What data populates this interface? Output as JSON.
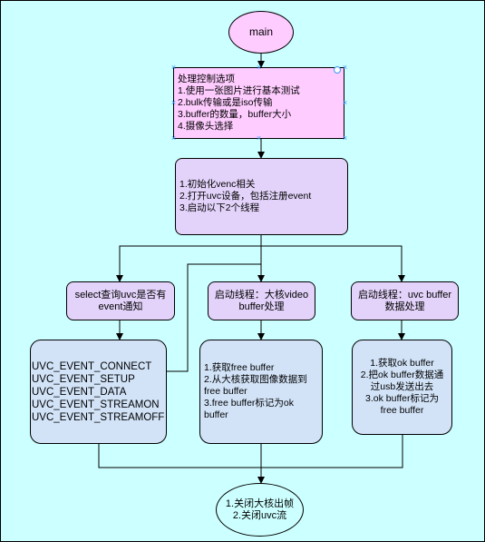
{
  "nodes": {
    "main": {
      "lines": [
        "main"
      ]
    },
    "options": {
      "lines": [
        "处理控制选项",
        "1.使用一张图片进行基本测试",
        "2.bulk传输或是iso传输",
        "3.buffer的数量，buffer大小",
        "4.摄像头选择"
      ]
    },
    "init": {
      "lines": [
        "1.初始化venc相关",
        "2.打开uvc设备，包括注册event",
        "3.启动以下2个线程"
      ]
    },
    "select_event": {
      "lines": [
        "select查询uvc是否有",
        "event通知"
      ]
    },
    "thread_video": {
      "lines": [
        "启动线程：大核video",
        "buffer处理"
      ]
    },
    "thread_uvc": {
      "lines": [
        "启动线程：uvc buffer",
        "数据处理"
      ]
    },
    "events": {
      "lines": [
        "UVC_EVENT_CONNECT",
        "UVC_EVENT_SETUP",
        "UVC_EVENT_DATA",
        "UVC_EVENT_STREAMON",
        "UVC_EVENT_STREAMOFF"
      ]
    },
    "video_steps": {
      "lines": [
        "1.获取free buffer",
        "2.从大核获取图像数据到",
        "free buffer",
        "3.free buffer标记为ok",
        "buffer"
      ]
    },
    "uvc_steps": {
      "lines": [
        "1.获取ok buffer",
        "2.把ok buffer数据通",
        "过usb发送出去",
        "3.ok buffer标记为",
        "free buffer"
      ]
    },
    "close": {
      "lines": [
        "1.关闭大核出帧",
        "2.关闭uvc流"
      ]
    }
  },
  "colors": {
    "background": "#ccffff",
    "pink": "#ffccff",
    "lavender": "#e3d3fa",
    "lightblue": "#d2e3f8",
    "selection": "#3399ff",
    "stroke": "#000000"
  }
}
